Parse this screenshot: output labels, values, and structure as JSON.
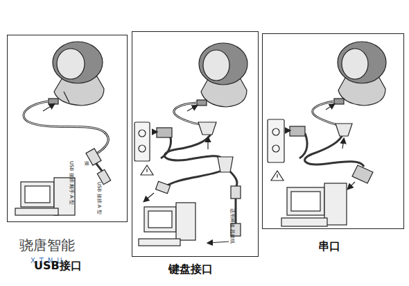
{
  "diagram": {
    "nodes": [
      {
        "text": [
          "USB接口"
        ]
      },
      {
        "text": [
          "键盘接口"
        ]
      },
      {
        "text": [
          "串口"
        ]
      }
    ],
    "labels": [
      "USB 接插 顺手 A 型",
      "接",
      "USB 接插 A 型",
      "适用棒接 器接线",
      "骁唐智能",
      "XTNU"
    ]
  }
}
